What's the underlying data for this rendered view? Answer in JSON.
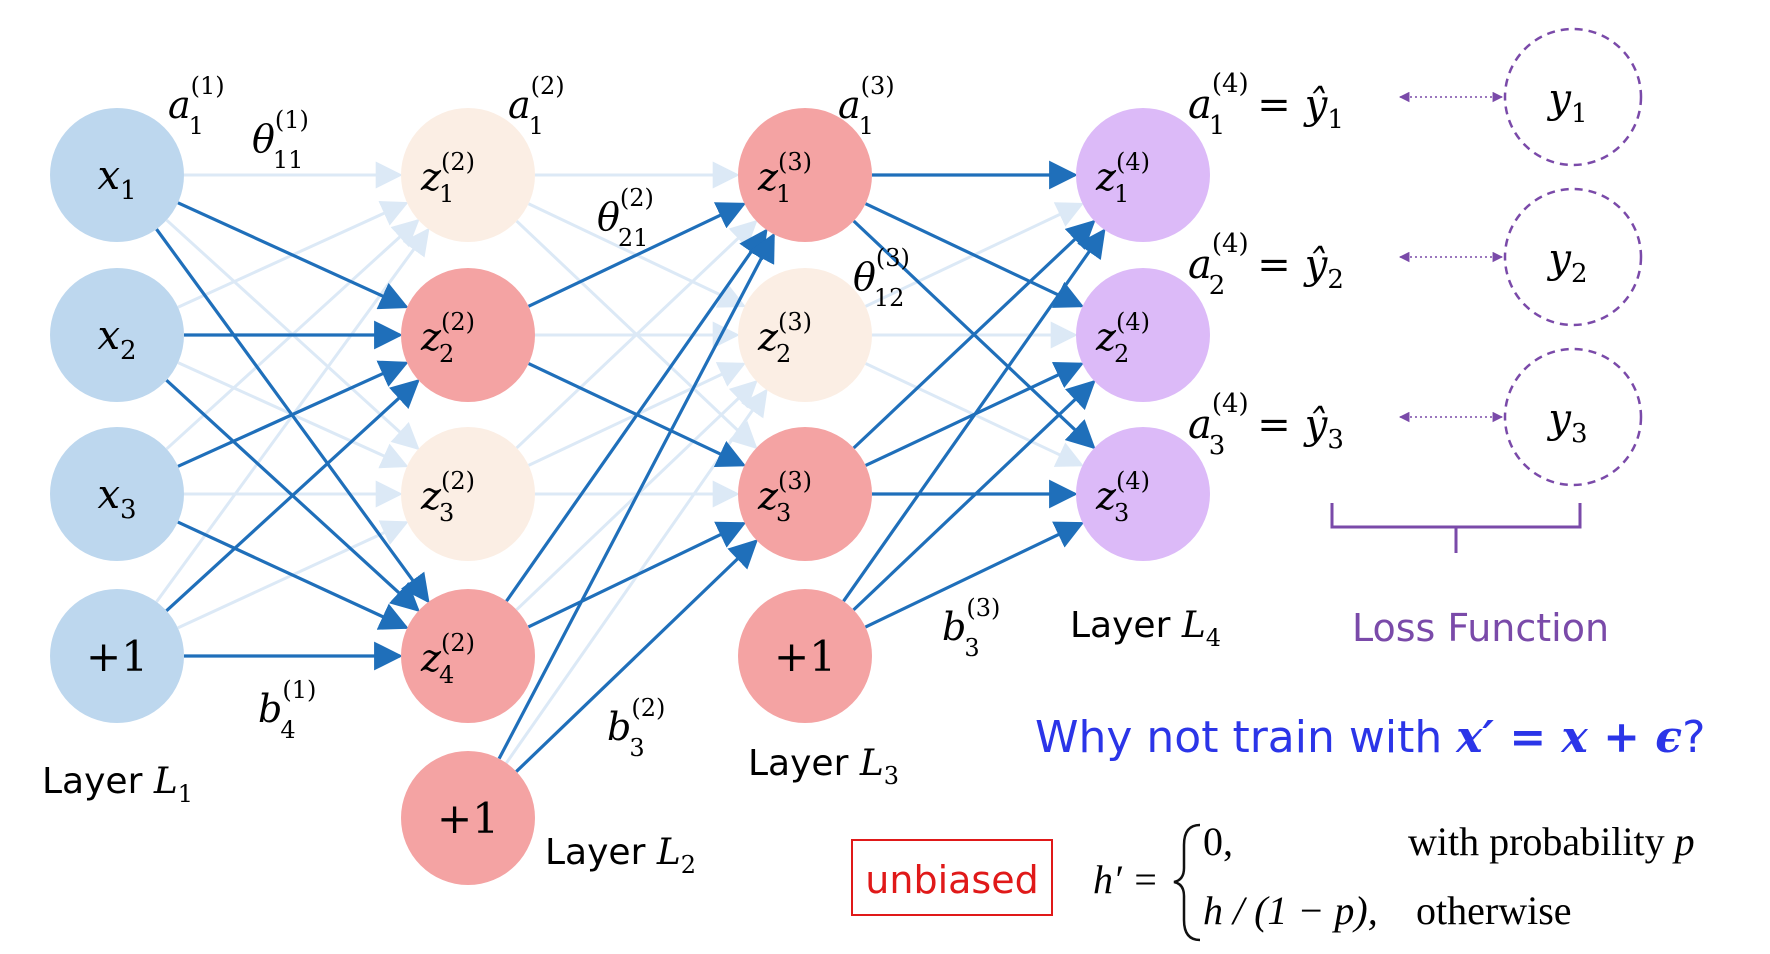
{
  "colors": {
    "input_node": "#bdd7ee",
    "active_node": "#f4a3a3",
    "dropped_node": "#fbeee4",
    "output_node": "#dcbaf8",
    "edge_active": "#1f6fba",
    "edge_dropped": "#dce9f6",
    "loss": "#7a4aa9",
    "question": "#2b35e8",
    "unbiased": "#e01919"
  },
  "layers": {
    "l1": {
      "text": "Layer ",
      "sym": "L",
      "sub": "1"
    },
    "l2": {
      "text": "Layer ",
      "sym": "L",
      "sub": "2"
    },
    "l3": {
      "text": "Layer ",
      "sym": "L",
      "sub": "3"
    },
    "l4": {
      "text": "Layer ",
      "sym": "L",
      "sub": "4"
    }
  },
  "nodes": {
    "x1": {
      "sym": "x",
      "sub": "1"
    },
    "x2": {
      "sym": "x",
      "sub": "2"
    },
    "x3": {
      "sym": "x",
      "sub": "3"
    },
    "b1": {
      "text": "+1"
    },
    "z21": {
      "sym": "z",
      "sup": "(2)",
      "sub": "1"
    },
    "z22": {
      "sym": "z",
      "sup": "(2)",
      "sub": "2"
    },
    "z23": {
      "sym": "z",
      "sup": "(2)",
      "sub": "3"
    },
    "z24": {
      "sym": "z",
      "sup": "(2)",
      "sub": "4"
    },
    "b2": {
      "text": "+1"
    },
    "z31": {
      "sym": "z",
      "sup": "(3)",
      "sub": "1"
    },
    "z32": {
      "sym": "z",
      "sup": "(3)",
      "sub": "2"
    },
    "z33": {
      "sym": "z",
      "sup": "(3)",
      "sub": "3"
    },
    "b3": {
      "text": "+1"
    },
    "z41": {
      "sym": "z",
      "sup": "(4)",
      "sub": "1"
    },
    "z42": {
      "sym": "z",
      "sup": "(4)",
      "sub": "2"
    },
    "z43": {
      "sym": "z",
      "sup": "(4)",
      "sub": "3"
    },
    "y1": {
      "sym": "y",
      "sub": "1"
    },
    "y2": {
      "sym": "y",
      "sub": "2"
    },
    "y3": {
      "sym": "y",
      "sub": "3"
    }
  },
  "annotations": {
    "a11": {
      "sym": "a",
      "sup": "(1)",
      "sub": "1"
    },
    "a21": {
      "sym": "a",
      "sup": "(2)",
      "sub": "1"
    },
    "a31": {
      "sym": "a",
      "sup": "(3)",
      "sub": "1"
    },
    "theta11": {
      "sym": "θ",
      "sup": "(1)",
      "sub": "11"
    },
    "theta21": {
      "sym": "θ",
      "sup": "(2)",
      "sub": "21"
    },
    "theta12": {
      "sym": "θ",
      "sup": "(3)",
      "sub": "12"
    },
    "b41": {
      "sym": "b",
      "sup": "(1)",
      "sub": "4"
    },
    "b32": {
      "sym": "b",
      "sup": "(2)",
      "sub": "3"
    },
    "b33": {
      "sym": "b",
      "sup": "(3)",
      "sub": "3"
    }
  },
  "outputs": [
    {
      "sym": "a",
      "sup": "(4)",
      "sub": "1",
      "eq": "=",
      "hat": "ŷ",
      "hatsub": "1"
    },
    {
      "sym": "a",
      "sup": "(4)",
      "sub": "2",
      "eq": "=",
      "hat": "ŷ",
      "hatsub": "2"
    },
    {
      "sym": "a",
      "sup": "(4)",
      "sub": "3",
      "eq": "=",
      "hat": "ŷ",
      "hatsub": "3"
    }
  ],
  "loss_label": "Loss Function",
  "question": {
    "prefix": "Why not train with ",
    "math": "x′ = x + ϵ",
    "suffix": "?"
  },
  "unbiased_label": "unbiased",
  "formula": {
    "lhs": "h′ =",
    "case1_value": "0,",
    "case1_cond": "with probability ",
    "case1_p": "p",
    "case2_value": "h / (1 − p),",
    "case2_cond": "otherwise"
  }
}
